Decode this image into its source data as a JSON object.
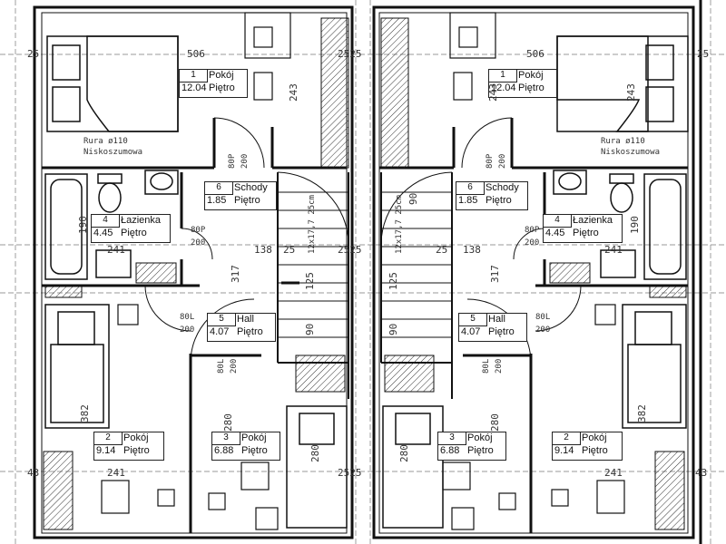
{
  "rooms_left": [
    {
      "num": "1",
      "name": "Pokój",
      "area": "12.04",
      "floor": "Piętro"
    },
    {
      "num": "6",
      "name": "Schody",
      "area": "1.85",
      "floor": "Piętro"
    },
    {
      "num": "4",
      "name": "Łazienka",
      "area": "4.45",
      "floor": "Piętro"
    },
    {
      "num": "5",
      "name": "Hall",
      "area": "4.07",
      "floor": "Piętro"
    },
    {
      "num": "2",
      "name": "Pokój",
      "area": "9.14",
      "floor": "Piętro"
    },
    {
      "num": "3",
      "name": "Pokój",
      "area": "6.88",
      "floor": "Piętro"
    }
  ],
  "rooms_right": [
    {
      "num": "1",
      "name": "Pokój",
      "area": "12.04",
      "floor": "Piętro"
    },
    {
      "num": "6",
      "name": "Schody",
      "area": "1.85",
      "floor": "Piętro"
    },
    {
      "num": "4",
      "name": "Łazienka",
      "area": "4.45",
      "floor": "Piętro"
    },
    {
      "num": "5",
      "name": "Hall",
      "area": "4.07",
      "floor": "Piętro"
    },
    {
      "num": "2",
      "name": "Pokój",
      "area": "9.14",
      "floor": "Piętro"
    },
    {
      "num": "3",
      "name": "Pokój",
      "area": "6.88",
      "floor": "Piętro"
    }
  ],
  "pipe_note": {
    "line1": "Rura ø110",
    "line2": "Niskoszumowa"
  },
  "stair_note": "12x17,7 25cm",
  "doors": {
    "d80p": "80P",
    "d80l": "80L",
    "h200": "200"
  },
  "dims": {
    "d506": "506",
    "d243": "243",
    "d241": "241",
    "d138": "138",
    "d317": "317",
    "d190": "190",
    "d125": "125",
    "d90": "90",
    "d382": "382",
    "d280": "280",
    "d25": "25",
    "d2525": "2525",
    "d43": "43"
  }
}
